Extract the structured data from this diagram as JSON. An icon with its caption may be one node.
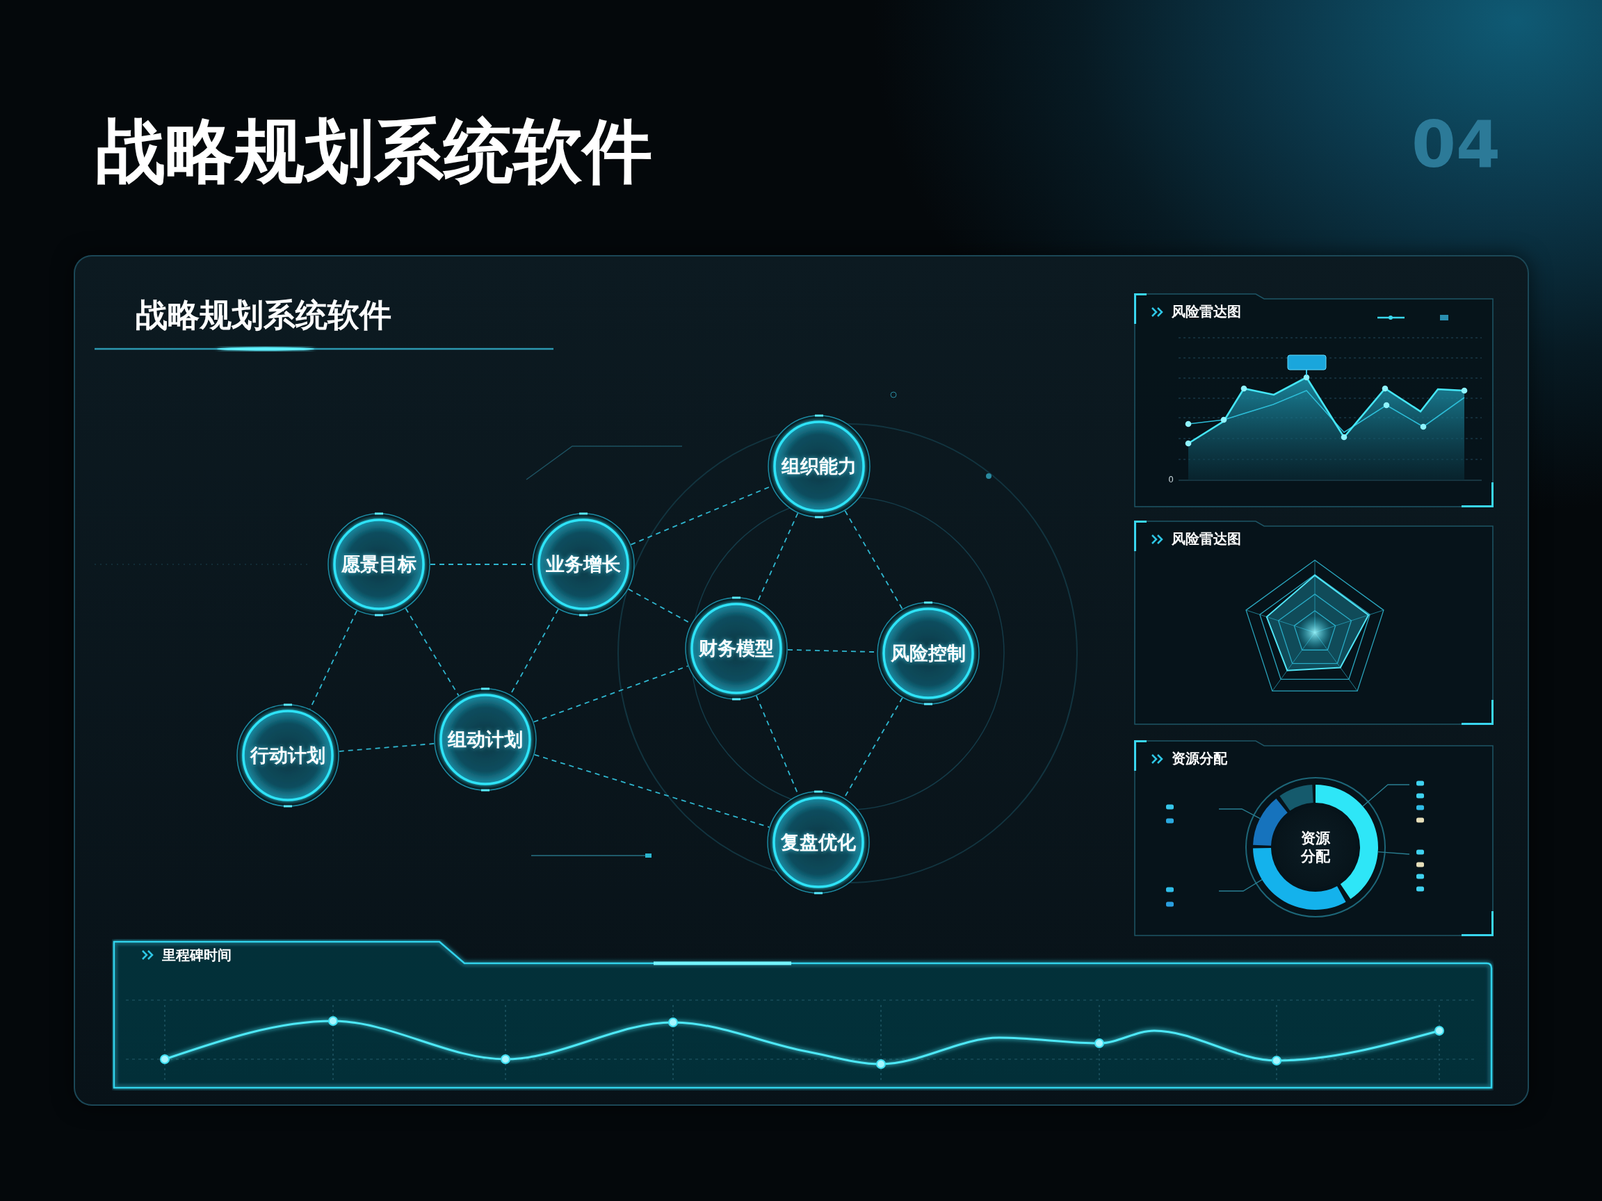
{
  "diagram": {
    "title": "战略规划系统软件",
    "nodes": [
      {
        "text": [
          "战略规划系统软件"
        ]
      },
      {
        "text": [
          "组织能力"
        ],
        "in": 0
      },
      {
        "text": [
          "愿景目标"
        ],
        "in": 0
      },
      {
        "text": [
          "业务增长"
        ],
        "in": 0
      },
      {
        "text": [
          "财务模型"
        ],
        "in": 0
      },
      {
        "text": [
          "风险控制"
        ],
        "in": 0
      },
      {
        "text": [
          "组动计划"
        ],
        "in": 0
      },
      {
        "text": [
          "行动计划"
        ],
        "in": 0
      },
      {
        "text": [
          "复盘优化"
        ],
        "in": 0
      },
      {
        "text": [
          "风险雷达图"
        ],
        "in": 0
      },
      {
        "text": [
          "风险雷达图"
        ],
        "in": 0
      },
      {
        "text": [
          "资源分配"
        ],
        "in": 0
      },
      {
        "text": [
          "资源分配"
        ],
        "in": 11
      },
      {
        "text": [],
        "shape": "arc",
        "in": 11
      },
      {
        "text": [],
        "shape": "arc",
        "in": 11
      },
      {
        "text": [],
        "shape": "arc",
        "in": 11
      },
      {
        "text": [],
        "shape": "arc",
        "in": 11
      },
      {
        "text": [
          "里程碑时间"
        ],
        "in": 0
      }
    ],
    "edges": [
      {
        "from": 2,
        "to": 3,
        "arrow": "none",
        "style": "dashed"
      },
      {
        "from": 3,
        "to": 1,
        "arrow": "none",
        "style": "dashed"
      },
      {
        "from": 2,
        "to": 7,
        "arrow": "none",
        "style": "dashed"
      },
      {
        "from": 2,
        "to": 6,
        "arrow": "none",
        "style": "dashed"
      },
      {
        "from": 3,
        "to": 6,
        "arrow": "none",
        "style": "dashed"
      },
      {
        "from": 3,
        "to": 4,
        "arrow": "none",
        "style": "dashed"
      },
      {
        "from": 1,
        "to": 4,
        "arrow": "none",
        "style": "dashed"
      },
      {
        "from": 1,
        "to": 5,
        "arrow": "none",
        "style": "dashed"
      },
      {
        "from": 4,
        "to": 5,
        "arrow": "none",
        "style": "dashed"
      },
      {
        "from": 7,
        "to": 6,
        "arrow": "none",
        "style": "dashed"
      },
      {
        "from": 6,
        "to": 4,
        "arrow": "none",
        "style": "dashed"
      },
      {
        "from": 6,
        "to": 8,
        "arrow": "none",
        "style": "dashed"
      },
      {
        "from": 4,
        "to": 8,
        "arrow": "none",
        "style": "dashed"
      },
      {
        "from": 5,
        "to": 8,
        "arrow": "none",
        "style": "dashed"
      },
      {
        "from": null,
        "to": 15,
        "arrow": "none",
        "color": "#2a7f92"
      },
      {
        "from": null,
        "to": 14,
        "arrow": "none",
        "color": "#2a7f92"
      },
      {
        "from": null,
        "to": 13,
        "arrow": "none",
        "color": "#2a7f92"
      },
      {
        "from": null,
        "to": 13,
        "arrow": "none",
        "color": "#2a7f92"
      }
    ],
    "labels": [
      "04",
      "0"
    ]
  }
}
